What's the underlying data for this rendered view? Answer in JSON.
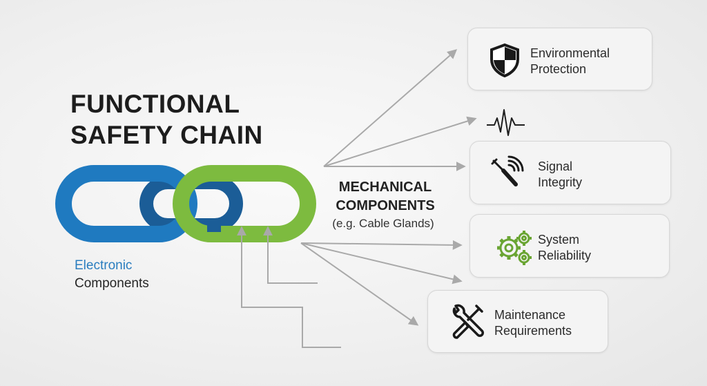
{
  "title": {
    "line1": "FUNCTIONAL",
    "line2": "SAFETY CHAIN"
  },
  "mechanical": {
    "line1": "MECHANICAL",
    "line2": "COMPONENTS",
    "example": "(e.g. Cable Glands)"
  },
  "electronic": {
    "line1": "Electronic",
    "line2": "Components"
  },
  "cards": [
    {
      "line1": "Environmental",
      "line2": "Protection",
      "icon": "shield-icon"
    },
    {
      "line1": "Signal",
      "line2": "Integrity",
      "icon": "screwdriver-signal-icon"
    },
    {
      "line1": "System",
      "line2": "Reliability",
      "icon": "gears-icon"
    },
    {
      "line1": "Maintenance",
      "line2": "Requirements",
      "icon": "wrench-screwdriver-icon"
    }
  ],
  "colors": {
    "blue": "#1f7ac0",
    "dark_blue": "#1b5d97",
    "green": "#7dbb3f",
    "arrow": "#a9a9a9",
    "text": "#1f1f1f"
  }
}
